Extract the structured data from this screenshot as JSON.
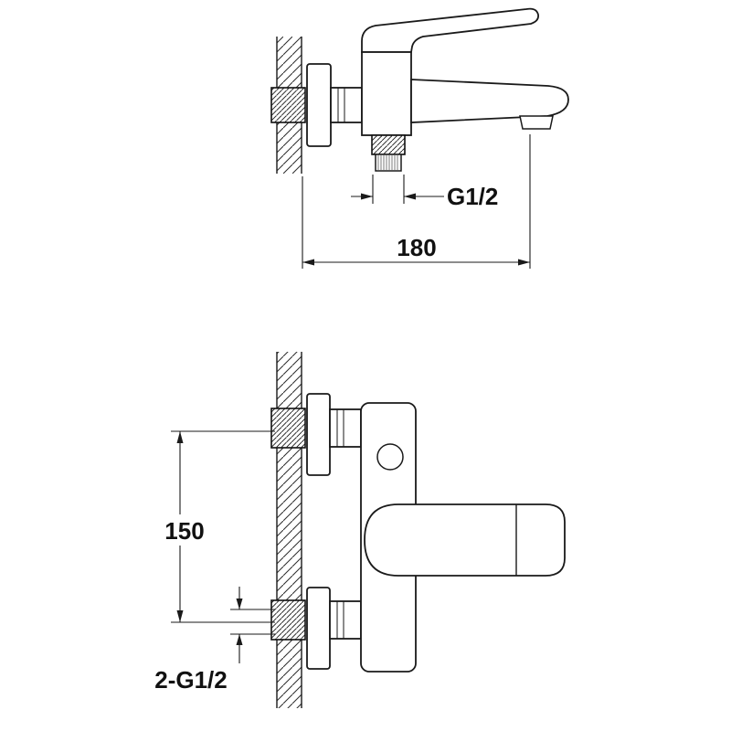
{
  "drawing": {
    "background_color": "#ffffff",
    "line_color": "#1a1a1a",
    "side_view": {
      "dimensions": {
        "outlet_thread": "G1/2",
        "spout_reach": "180"
      }
    },
    "front_view": {
      "dimensions": {
        "connection_spacing": "150",
        "inlet_connections": "2-G1/2"
      }
    }
  }
}
